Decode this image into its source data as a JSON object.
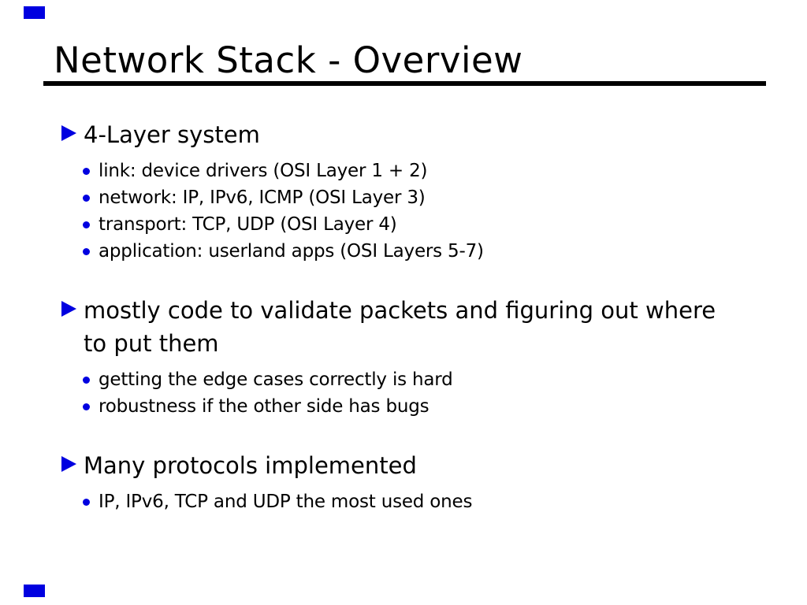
{
  "slide": {
    "title": "Network Stack - Overview",
    "accent_color": "#0000e0",
    "text_color": "#000000",
    "background_color": "#ffffff",
    "sections": [
      {
        "heading": "4-Layer system",
        "bullets": [
          "link: device drivers (OSI Layer 1 + 2)",
          "network: IP, IPv6, ICMP (OSI Layer 3)",
          "transport: TCP, UDP (OSI Layer 4)",
          "application: userland apps (OSI Layers 5-7)"
        ]
      },
      {
        "heading": "mostly code to validate packets and figuring out where to put them",
        "bullets": [
          "getting the edge cases correctly is hard",
          "robustness if the other side has bugs"
        ]
      },
      {
        "heading": "Many protocols implemented",
        "bullets": [
          "IP, IPv6, TCP and UDP the most used ones"
        ]
      }
    ]
  }
}
